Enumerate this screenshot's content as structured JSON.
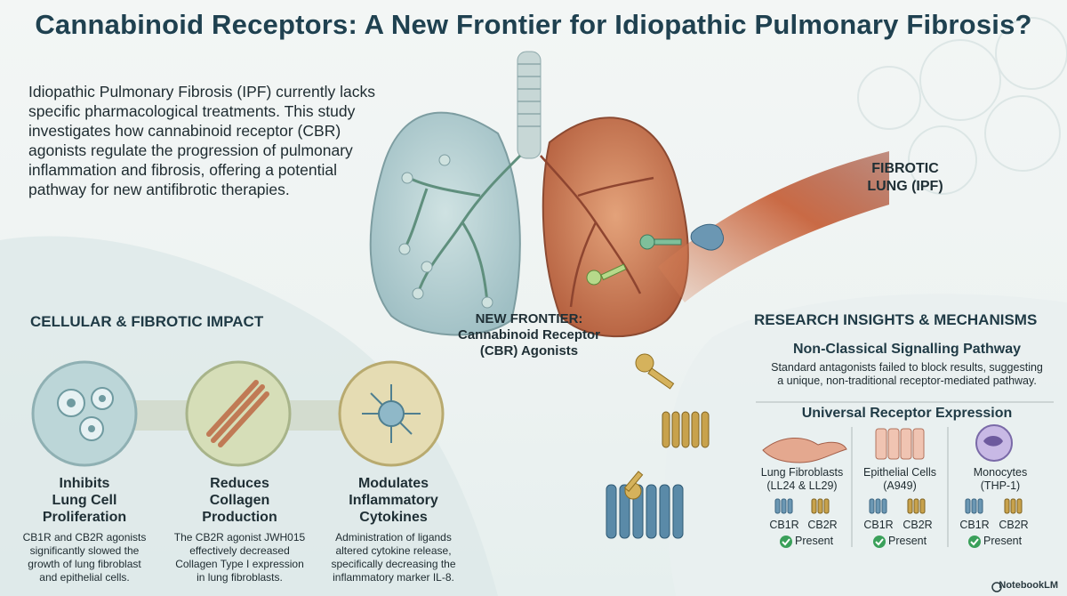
{
  "title": "Cannabinoid Receptors: A New Frontier for Idiopathic Pulmonary Fibrosis?",
  "intro": "Idiopathic Pulmonary Fibrosis (IPF) currently lacks specific pharmacological treatments. This study investigates how cannabinoid receptor (CBR) agonists regulate the progression of pulmonary inflammation and fibrosis, offering a potential pathway for new antifibrotic therapies.",
  "center": {
    "frontier_line1": "NEW FRONTIER:",
    "frontier_line2": "Cannabinoid Receptor",
    "frontier_line3": "(CBR) Agonists",
    "fibrotic_line1": "FIBROTIC",
    "fibrotic_line2": "LUNG (IPF)"
  },
  "cellular": {
    "heading": "CELLULAR & FIBROTIC IMPACT",
    "cards": [
      {
        "title1": "Inhibits",
        "title2": "Lung Cell",
        "title3": "Proliferation",
        "body1": "CB1R and CB2R agonists",
        "body2": "significantly slowed the",
        "body3": "growth of lung fibroblast",
        "body4": "and epithelial cells."
      },
      {
        "title1": "Reduces",
        "title2": "Collagen",
        "title3": "Production",
        "body1": "The CB2R agonist JWH015",
        "body2": "effectively decreased",
        "body3": "Collagen Type I expression",
        "body4": "in lung fibroblasts."
      },
      {
        "title1": "Modulates",
        "title2": "Inflammatory",
        "title3": "Cytokines",
        "body1": "Administration of ligands",
        "body2": "altered cytokine release,",
        "body3": "specifically decreasing the",
        "body4": "inflammatory marker IL-8."
      }
    ]
  },
  "research": {
    "heading": "RESEARCH INSIGHTS & MECHANISMS",
    "pathway_title": "Non-Classical Signalling Pathway",
    "pathway_body1": "Standard antagonists failed to block results, suggesting",
    "pathway_body2": "a unique, non-traditional receptor-mediated pathway.",
    "expression_title": "Universal Receptor Expression",
    "cells": [
      {
        "name1": "Lung Fibroblasts",
        "name2": "(LL24 & LL29)",
        "r1": "CB1R",
        "r2": "CB2R",
        "status": "Present"
      },
      {
        "name1": "Epithelial Cells",
        "name2": "(A949)",
        "r1": "CB1R",
        "r2": "CB2R",
        "status": "Present"
      },
      {
        "name1": "Monocytes",
        "name2": "(THP-1)",
        "r1": "CB1R",
        "r2": "CB2R",
        "status": "Present"
      }
    ]
  },
  "brand": "NotebookLM",
  "colors": {
    "healthy_lung": "#a9c8cc",
    "fibrotic_lung": "#c8754e",
    "key": "#7fbf9a",
    "receptor_blue": "#5a8aa8",
    "receptor_gold": "#c8a24c",
    "check": "#3aa05a"
  }
}
